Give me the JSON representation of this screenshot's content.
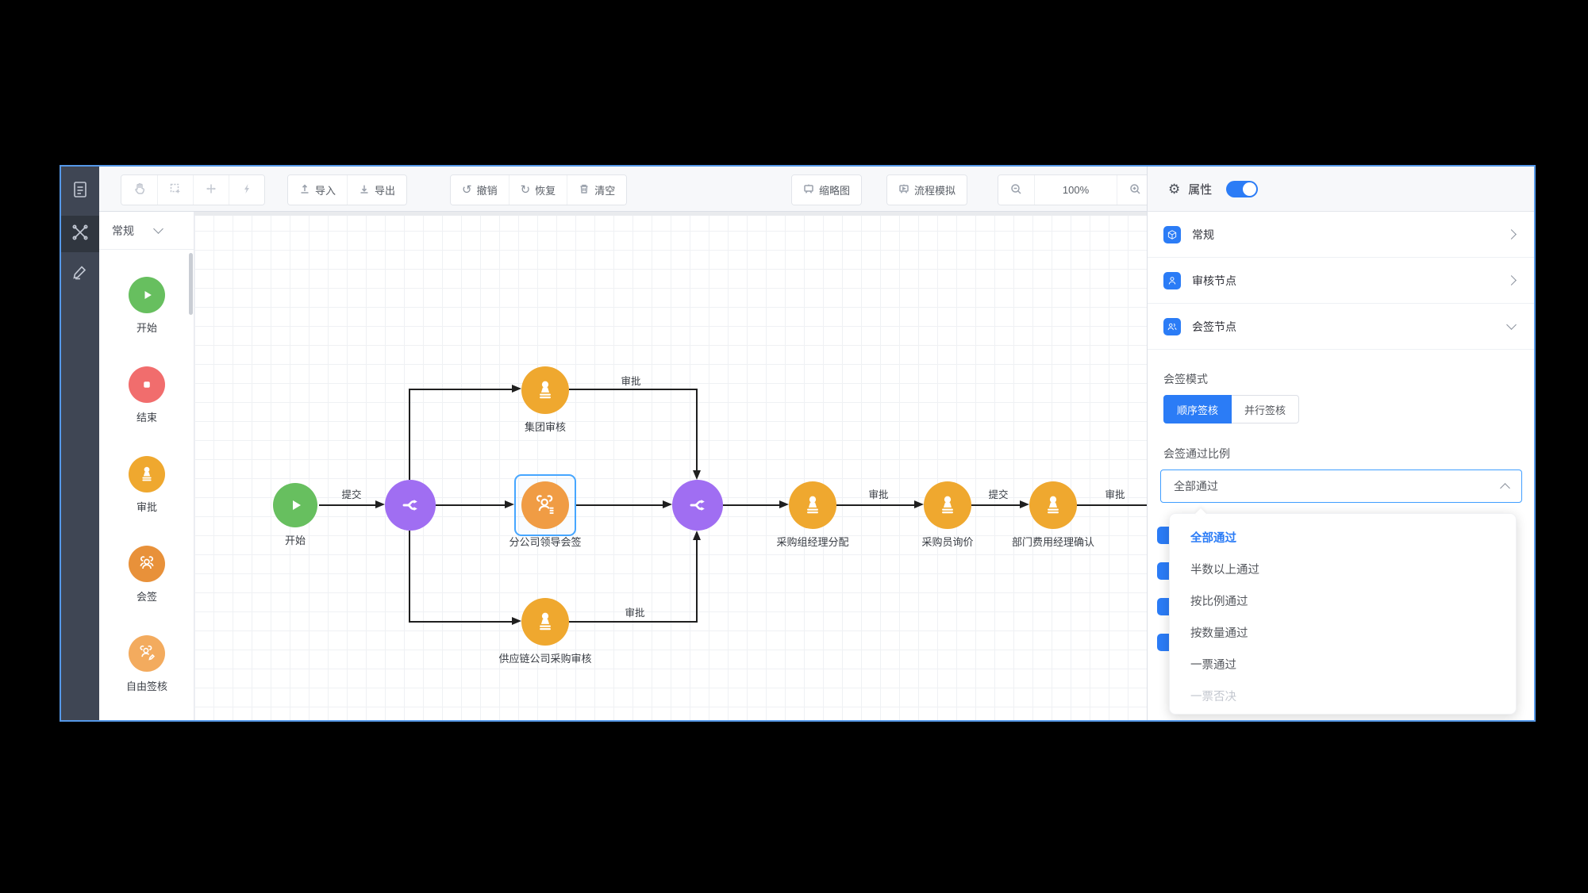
{
  "toolbar": {
    "import_label": "导入",
    "export_label": "导出",
    "undo_label": "撤销",
    "redo_label": "恢复",
    "clear_label": "清空",
    "minimap_label": "缩略图",
    "simulate_label": "流程模拟",
    "zoom_level": "100%",
    "undo_glyph": "↺",
    "redo_glyph": "↻"
  },
  "palette": {
    "category_label": "常规",
    "items": [
      {
        "label": "开始"
      },
      {
        "label": "结束"
      },
      {
        "label": "审批"
      },
      {
        "label": "会签"
      },
      {
        "label": "自由签核"
      }
    ]
  },
  "canvas": {
    "nodes": [
      {
        "label": "开始",
        "type": "start"
      },
      {
        "label": "",
        "type": "gateway"
      },
      {
        "label": "集团审核",
        "type": "approval"
      },
      {
        "label": "分公司领导会签",
        "type": "countersign",
        "selected": true
      },
      {
        "label": "供应链公司采购审核",
        "type": "approval"
      },
      {
        "label": "",
        "type": "gateway"
      },
      {
        "label": "采购组经理分配",
        "type": "approval"
      },
      {
        "label": "采购员询价",
        "type": "approval"
      },
      {
        "label": "部门费用经理确认",
        "type": "approval"
      }
    ],
    "edge_labels": [
      "提交",
      "审批",
      "审批",
      "审批",
      "提交",
      "审批"
    ]
  },
  "panel": {
    "header": {
      "title": "属性",
      "gear_glyph": "⚙",
      "toggle_on": true
    },
    "sections": [
      {
        "label": "常规"
      },
      {
        "label": "审核节点"
      },
      {
        "label": "会签节点",
        "expanded": true
      }
    ],
    "countersign": {
      "mode_label": "会签模式",
      "mode_options": [
        {
          "label": "顺序签核",
          "selected": true
        },
        {
          "label": "并行签核"
        }
      ],
      "ratio_label": "会签通过比例",
      "ratio_value": "全部通过",
      "ratio_options": [
        {
          "label": "全部通过",
          "selected": true
        },
        {
          "label": "半数以上通过"
        },
        {
          "label": "按比例通过"
        },
        {
          "label": "按数量通过"
        },
        {
          "label": "一票通过"
        },
        {
          "label": "一票否决",
          "disabled": true
        }
      ]
    }
  },
  "colors": {
    "primary": "#2b7cf6",
    "start_green": "#67bf5f",
    "end_red": "#f16d6d",
    "approval_amber": "#efa82f",
    "countersign_orange": "#e8913a",
    "countersign_selected": "#f09c44",
    "free_sign_orange": "#f3ab5e",
    "gateway_purple": "#a06ef2",
    "selection_blue": "#46a6ff",
    "edge_black": "#1f1f1f"
  }
}
